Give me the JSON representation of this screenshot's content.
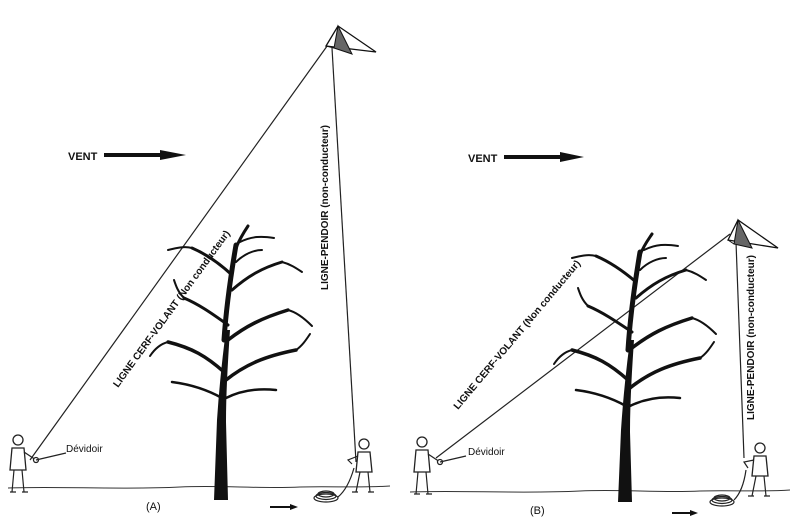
{
  "panels": [
    {
      "caption": "(A)",
      "wind_label": "VENT",
      "kite_line_label": "LIGNE CERF-VOLANT (Non conducteur)",
      "pendant_line_label": "LIGNE-PENDOIR (non-conducteur)",
      "reel_label": "Dévidoir"
    },
    {
      "caption": "(B)",
      "wind_label": "VENT",
      "kite_line_label": "LIGNE CERF-VOLANT (Non conducteur)",
      "pendant_line_label": "LIGNE-PENDOIR (non-conducteur)",
      "reel_label": "Dévidoir"
    }
  ]
}
